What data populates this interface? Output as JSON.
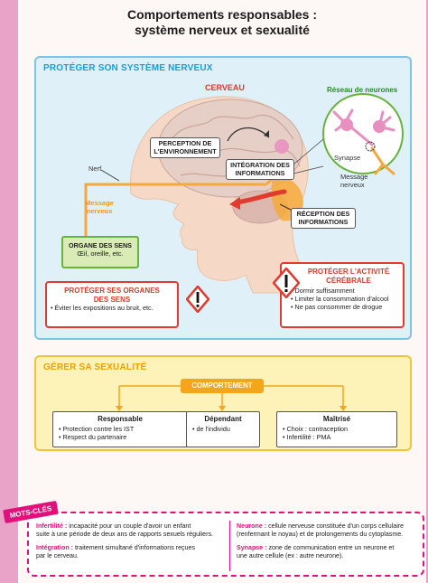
{
  "title_line1": "Comportements responsables :",
  "title_line2": "système nerveux et sexualité",
  "nerve": {
    "section_title": "PROTÉGER SON SYSTÈME NERVEUX",
    "cerveau": "CERVEAU",
    "reseau": "Réseau de neurones",
    "synapse": "Synapse",
    "message_nerveux_1": "Message",
    "message_nerveux_2": "nerveux",
    "nerf": "Nerf",
    "message_sens_1": "Message",
    "message_sens_2": "nerveux",
    "perception_1": "PERCEPTION DE",
    "perception_2": "L'ENVIRONNEMENT",
    "integration_1": "INTÉGRATION DES",
    "integration_2": "INFORMATIONS",
    "reception_1": "RÉCEPTION DES",
    "reception_2": "INFORMATIONS",
    "organe_title": "ORGANE DES SENS",
    "organe_sub": "Œil, oreille, etc.",
    "sens_title_1": "PROTÉGER SES ORGANES",
    "sens_title_2": "DES SENS",
    "sens_item": "Éviter les expositions au bruit, etc.",
    "activite_title_1": "PROTÉGER L'ACTIVITÉ",
    "activite_title_2": "CÉRÉBRALE",
    "activite_items": [
      "Dormir suffisamment",
      "Limiter la consommation d'alcool",
      "Ne pas consommer de drogue"
    ]
  },
  "sex": {
    "section_title": "GÉRER SA SEXUALITÉ",
    "comportement": "COMPORTEMENT",
    "responsable": {
      "title": "Responsable",
      "items": [
        "Protection contre les IST",
        "Respect du partenaire"
      ]
    },
    "dependant": {
      "title": "Dépendant",
      "items": [
        "de l'individu"
      ]
    },
    "maitrise": {
      "title": "Maîtrisé",
      "items": [
        "Choix : contraception",
        "Infertilité : PMA"
      ]
    }
  },
  "mots": {
    "tag": "MOTS-CLÉS",
    "infertilite_term": "Infertilité :",
    "infertilite_def_1": " incapacité pour un couple d'avoir un enfant",
    "infertilite_def_2": "suite à une période de deux ans de rapports sexuels réguliers.",
    "integration_term": "Intégration :",
    "integration_def_1": " traitement simultané d'informations reçues",
    "integration_def_2": "par le cerveau.",
    "neurone_term": "Neurone :",
    "neurone_def_1": " cellule nerveuse constituée d'un corps cellulaire",
    "neurone_def_2": "(renfermant le noyau) et de prolongements du cytoplasme.",
    "synapse_term": "Synapse :",
    "synapse_def_1": " zone de communication entre un neurone et",
    "synapse_def_2": "une autre cellule (ex : autre neurone)."
  },
  "colors": {
    "nerve_blue": "#1a9dd4",
    "warning_red": "#e13b30",
    "sex_yellow": "#f3c43a",
    "keyword_pink": "#e2107a",
    "sense_green": "#6ab23e",
    "message_orange": "#f09a1d"
  }
}
